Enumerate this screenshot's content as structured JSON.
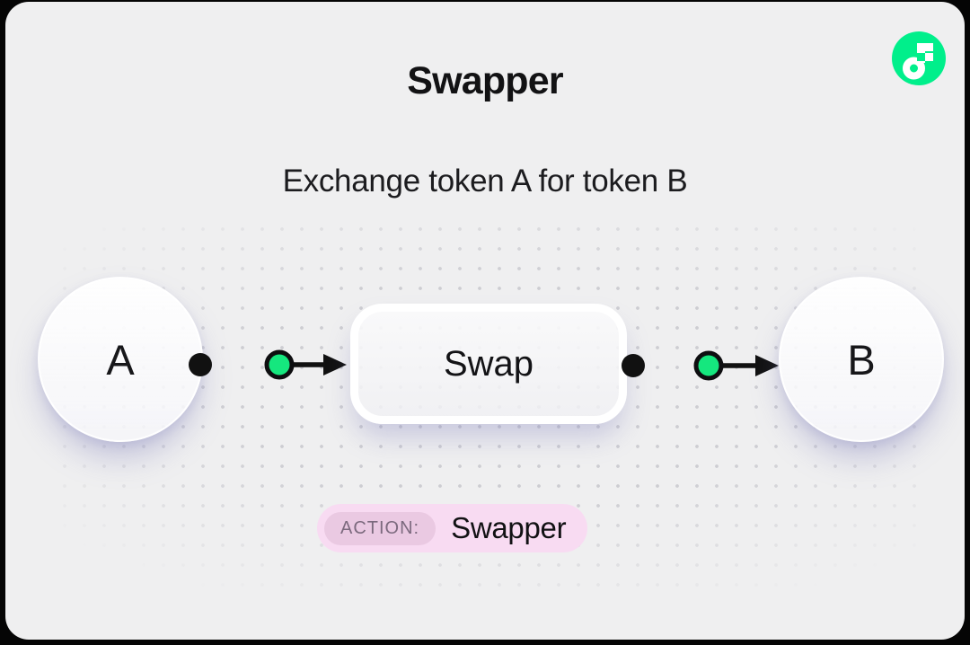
{
  "page": {
    "background": "#050505",
    "card_background": "#efeff0",
    "dot_color": "#cdcdd2"
  },
  "logo": {
    "name": "flow-logo",
    "color": "#00ef8b"
  },
  "header": {
    "title": "Swapper",
    "subtitle": "Exchange token A for token B"
  },
  "flow": {
    "source_node": "A",
    "process_node": "Swap",
    "target_node": "B",
    "connector_accent": "#15e77e",
    "connector_color": "#111111"
  },
  "action_badge": {
    "label": "ACTION:",
    "value": "Swapper",
    "pill_bg": "#f8dbf2",
    "label_bg": "#eac9e2",
    "label_color": "#7c6a7e"
  }
}
